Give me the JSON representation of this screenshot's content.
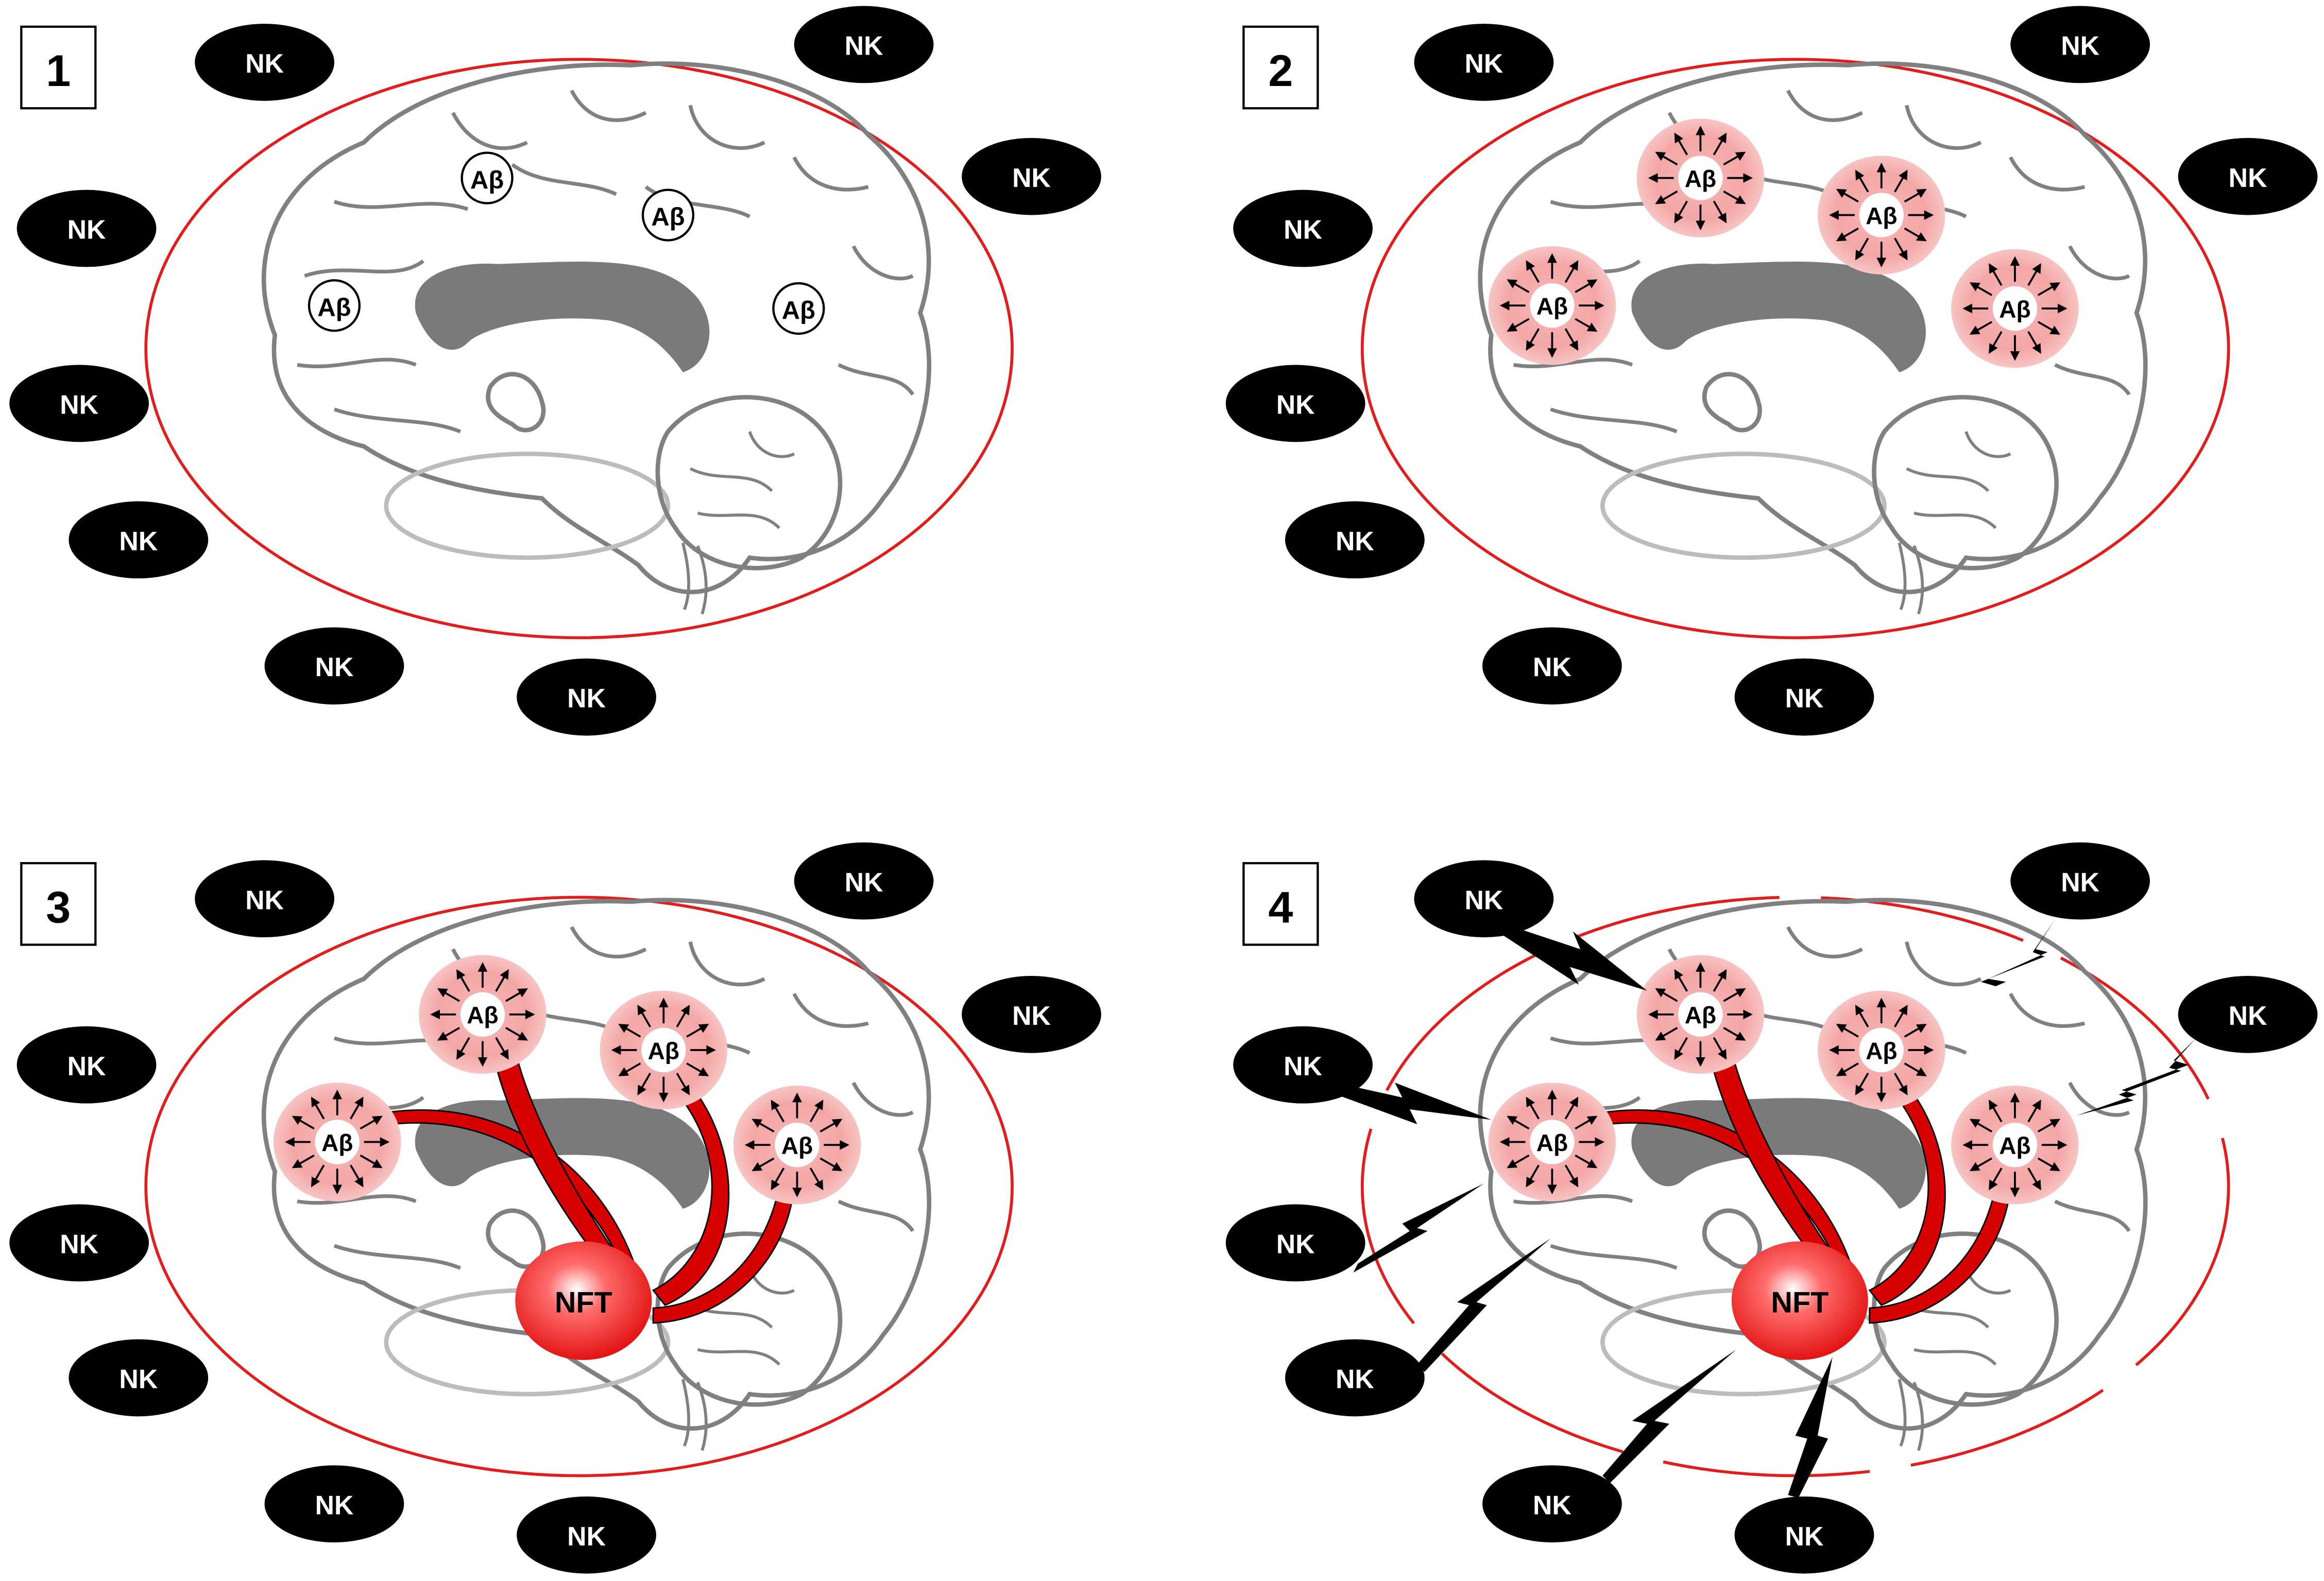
{
  "colors": {
    "membrane": "#e01e1e",
    "brain_outline": "#808080",
    "corpus_callosum": "#7a7a7a",
    "brainstem_outline": "#bcbcbc",
    "nk_cell": "#000000",
    "abeta_glow": "#f4a6a6",
    "nft": "#e81c1c",
    "tangle_ribbon": "#d60000"
  },
  "labels": {
    "nk": "NK",
    "abeta": "Aβ",
    "nft": "NFT"
  },
  "panels": [
    {
      "number": "1",
      "stage": "baseline"
    },
    {
      "number": "2",
      "stage": "abeta-activation"
    },
    {
      "number": "3",
      "stage": "nft-formation"
    },
    {
      "number": "4",
      "stage": "nk-infiltration"
    }
  ]
}
